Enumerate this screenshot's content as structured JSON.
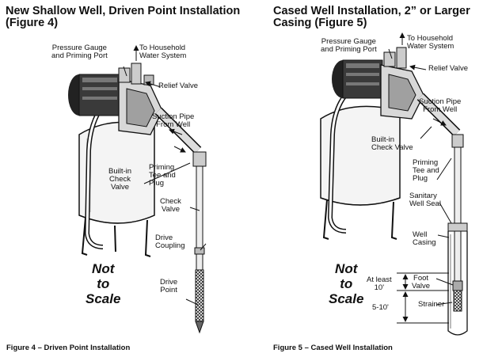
{
  "left": {
    "heading": "New Shallow Well, Driven Point Installation\n(Figure 4)",
    "caption": "Figure 4 – Driven Point Installation",
    "labels": {
      "pressure_gauge": "Pressure Gauge\nand Priming Port",
      "household": "To Household\nWater System",
      "relief_valve": "Relief Valve",
      "suction_pipe": "Suction Pipe\nFrom Well",
      "check_valve_builtin": "Built-in\nCheck\nValve",
      "priming_tee": "Priming\nTee and\nPlug",
      "check_valve": "Check\nValve",
      "drive_coupling": "Drive\nCoupling",
      "drive_point": "Drive\nPoint"
    },
    "not_to_scale": "Not\nto\nScale"
  },
  "right": {
    "heading": "Cased Well Installation, 2” or Larger\nCasing (Figure 5)",
    "caption": "Figure 5 – Cased Well Installation",
    "labels": {
      "pressure_gauge": "Pressure Gauge\nand Priming Port",
      "household": "To Household\nWater System",
      "relief_valve": "Relief Valve",
      "suction_pipe": "Suction Pipe\nFrom Well",
      "check_valve_builtin": "Built-in\nCheck Valve",
      "priming_tee": "Priming\nTee and\nPlug",
      "sanitary_seal": "Sanitary\nWell Seal",
      "well_casing": "Well\nCasing",
      "foot_valve": "Foot\nValve",
      "strainer": "Strainer",
      "at_least": "At least\n10'",
      "range": "5-10'"
    },
    "not_to_scale": "Not\nto\nScale"
  }
}
